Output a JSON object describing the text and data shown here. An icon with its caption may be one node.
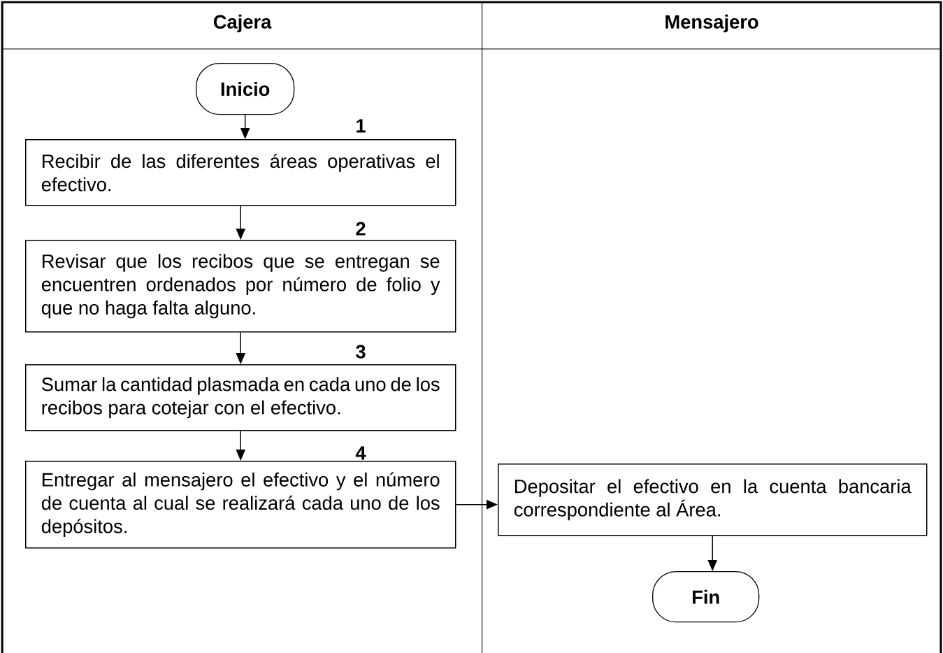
{
  "diagram": {
    "nodes": [
      {
        "text": [
          "Cajera"
        ]
      },
      {
        "text": [
          "Mensajero"
        ]
      },
      {
        "text": [
          "Inicio"
        ],
        "in": 0
      },
      {
        "text": [
          "Recibir de las diferentes áreas operativas el efectivo."
        ],
        "in": 0,
        "beside": [
          "1"
        ]
      },
      {
        "text": [
          "Revisar que los recibos que se entregan se encuentren ordenados por número de folio y que no haga falta alguno."
        ],
        "in": 0,
        "beside": [
          "2"
        ]
      },
      {
        "text": [
          "Sumar la cantidad plasmada en cada uno de los recibos para cotejar con el efectivo."
        ],
        "in": 0,
        "beside": [
          "3"
        ]
      },
      {
        "text": [
          "Entregar al mensajero el efectivo y el número de cuenta al cual se realizará cada uno de los depósitos."
        ],
        "in": 0,
        "beside": [
          "4"
        ]
      },
      {
        "text": [
          "Depositar el efectivo en la cuenta bancaria correspondiente al Área."
        ],
        "in": 1
      },
      {
        "text": [
          "Fin"
        ],
        "in": 1
      }
    ],
    "edges": [
      {
        "from": 2,
        "to": 3,
        "arrow": "to"
      },
      {
        "from": 3,
        "to": 4,
        "arrow": "to"
      },
      {
        "from": 4,
        "to": 5,
        "arrow": "to"
      },
      {
        "from": 5,
        "to": 6,
        "arrow": "to"
      },
      {
        "from": 6,
        "to": 7,
        "arrow": "to"
      },
      {
        "from": 7,
        "to": 8,
        "arrow": "to"
      }
    ]
  }
}
